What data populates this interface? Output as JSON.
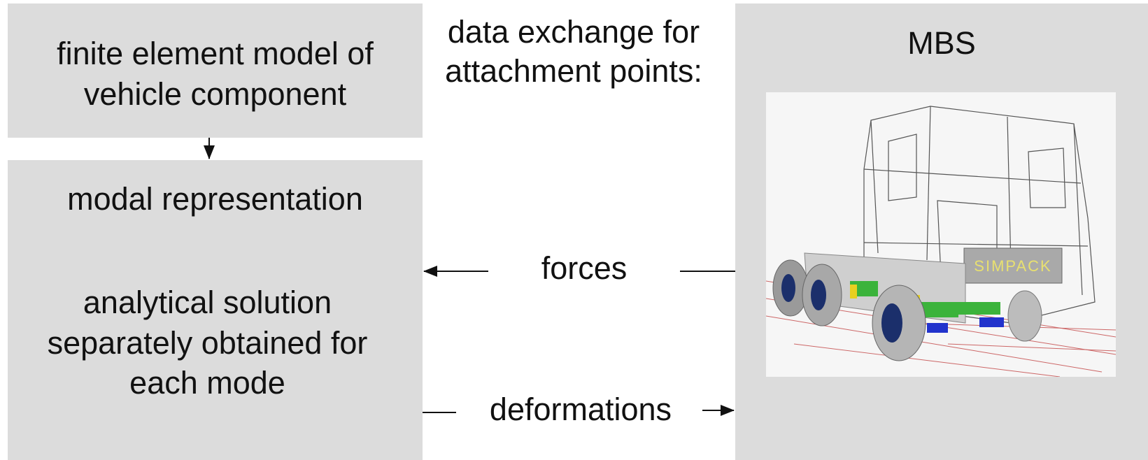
{
  "fe_box": {
    "line1": "finite element model of",
    "line2": "vehicle component"
  },
  "modal_box": {
    "title": "modal representation",
    "line1": "analytical solution",
    "line2": "separately obtained for",
    "line3": "each mode"
  },
  "exchange": {
    "line1": "data exchange for",
    "line2": "attachment points:"
  },
  "arrows": {
    "forces": "forces",
    "deformations": "deformations"
  },
  "mbs_box": {
    "title": "MBS",
    "image_label": "SIMPACK"
  },
  "colors": {
    "box_fill": "#dcdcdc",
    "text": "#111111",
    "simpack_text": "#e8e070"
  }
}
